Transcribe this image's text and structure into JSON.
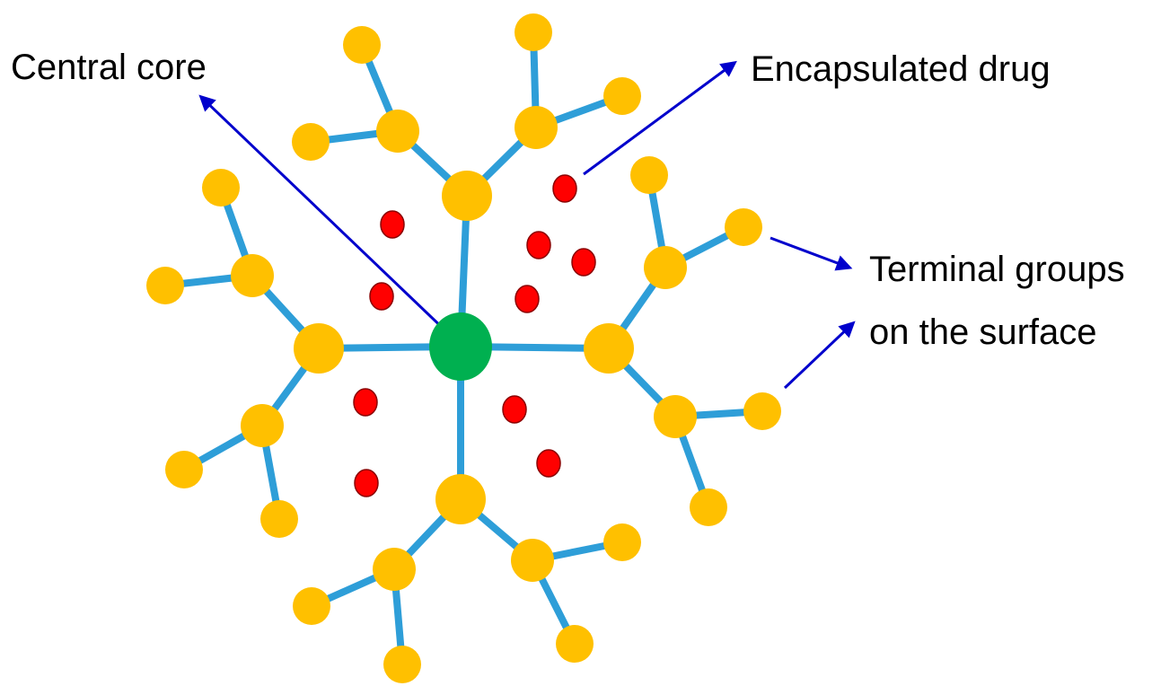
{
  "labels": {
    "central_core": "Central core",
    "encapsulated_drug": "Encapsulated drug",
    "terminal_line1": "Terminal groups",
    "terminal_line2": "on the surface"
  },
  "colors": {
    "core": "#00b050",
    "branch_node": "#ffc000",
    "bond": "#2e9ed8",
    "drug": "#ff0000",
    "arrow": "#0000cc",
    "text": "#000000"
  }
}
